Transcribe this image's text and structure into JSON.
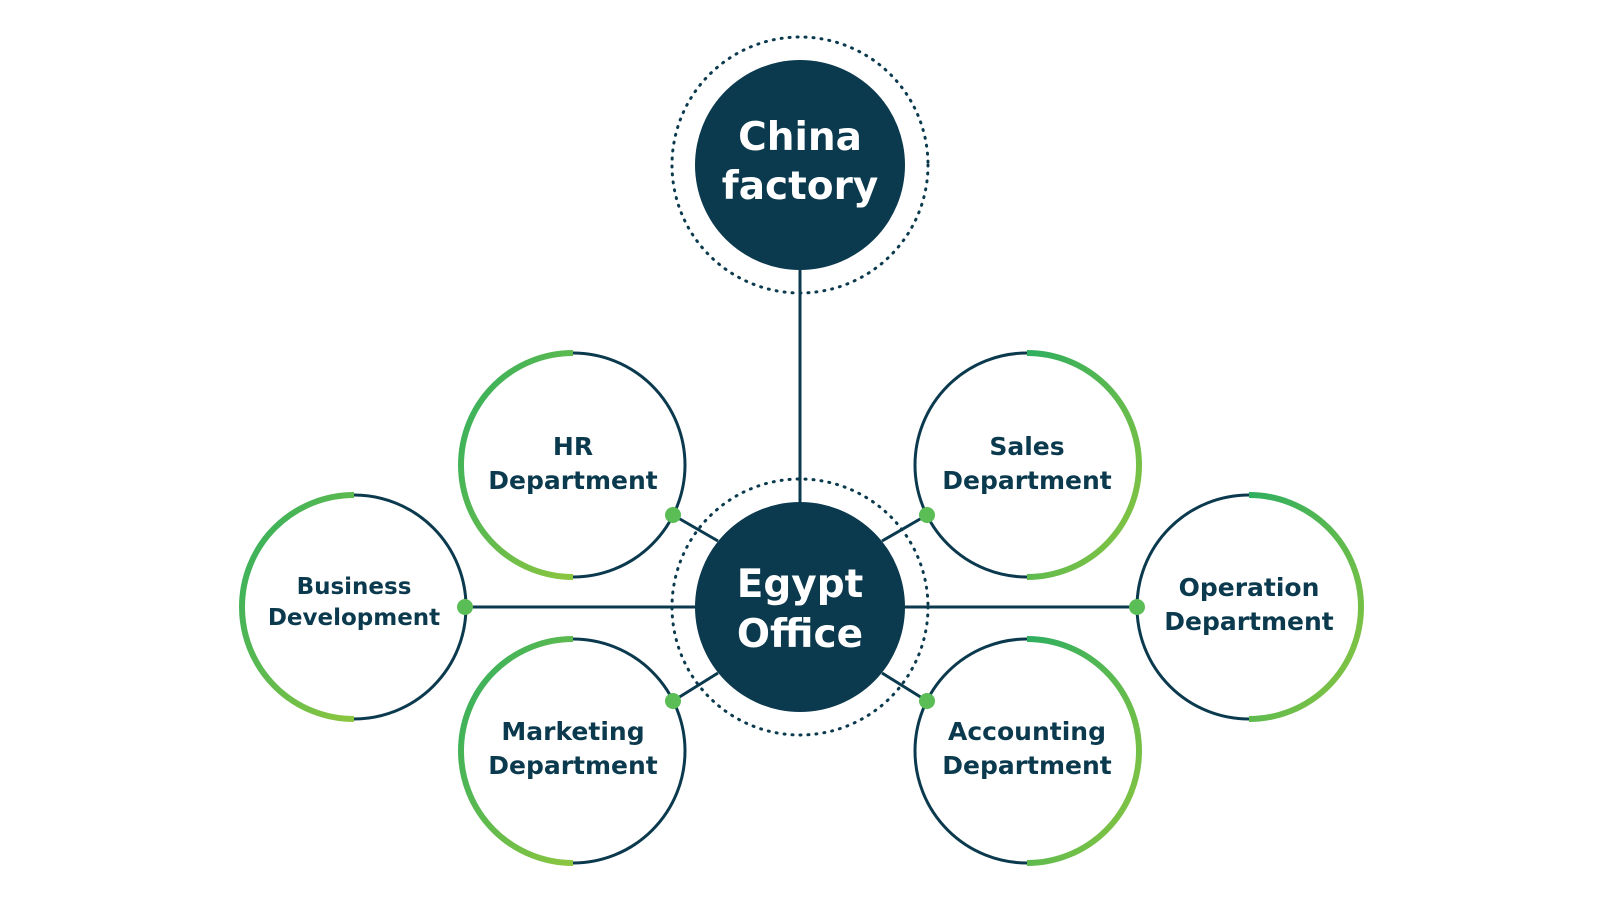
{
  "colors": {
    "navy": "#0b3a4e",
    "green": "#2fae5f",
    "light_green": "#8cc63f",
    "background": "#ffffff"
  },
  "hubs": {
    "china": {
      "line1": "China",
      "line2": "factory"
    },
    "egypt": {
      "line1": "Egypt",
      "line2": "Office"
    }
  },
  "departments": {
    "hr": {
      "line1": "HR",
      "line2": "Department"
    },
    "sales": {
      "line1": "Sales",
      "line2": "Department"
    },
    "business": {
      "line1": "Business",
      "line2": "Development"
    },
    "operation": {
      "line1": "Operation",
      "line2": "Department"
    },
    "marketing": {
      "line1": "Marketing",
      "line2": "Department"
    },
    "accounting": {
      "line1": "Accounting",
      "line2": "Department"
    }
  }
}
